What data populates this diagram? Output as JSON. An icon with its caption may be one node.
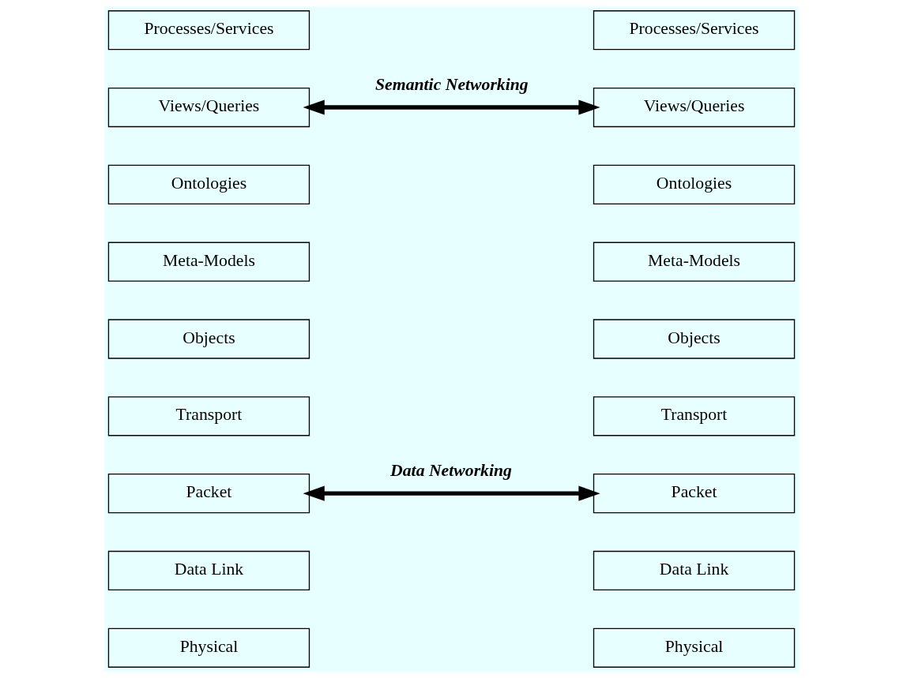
{
  "diagram": {
    "nodes": [
      {
        "text": [
          "Processes/Services"
        ]
      },
      {
        "text": [
          "Views/Queries"
        ]
      },
      {
        "text": [
          "Ontologies"
        ]
      },
      {
        "text": [
          "Meta-Models"
        ]
      },
      {
        "text": [
          "Objects"
        ]
      },
      {
        "text": [
          "Transport"
        ]
      },
      {
        "text": [
          "Packet"
        ]
      },
      {
        "text": [
          "Data Link"
        ]
      },
      {
        "text": [
          "Physical"
        ]
      },
      {
        "text": [
          "Processes/Services"
        ]
      },
      {
        "text": [
          "Views/Queries"
        ]
      },
      {
        "text": [
          "Ontologies"
        ]
      },
      {
        "text": [
          "Meta-Models"
        ]
      },
      {
        "text": [
          "Objects"
        ]
      },
      {
        "text": [
          "Transport"
        ]
      },
      {
        "text": [
          "Packet"
        ]
      },
      {
        "text": [
          "Data Link"
        ]
      },
      {
        "text": [
          "Physical"
        ]
      }
    ],
    "edges": [
      {
        "from": 1,
        "to": 10,
        "arrow": "both",
        "label": "Semantic Networking"
      },
      {
        "from": 6,
        "to": 15,
        "arrow": "both",
        "label": "Data Networking"
      }
    ]
  }
}
